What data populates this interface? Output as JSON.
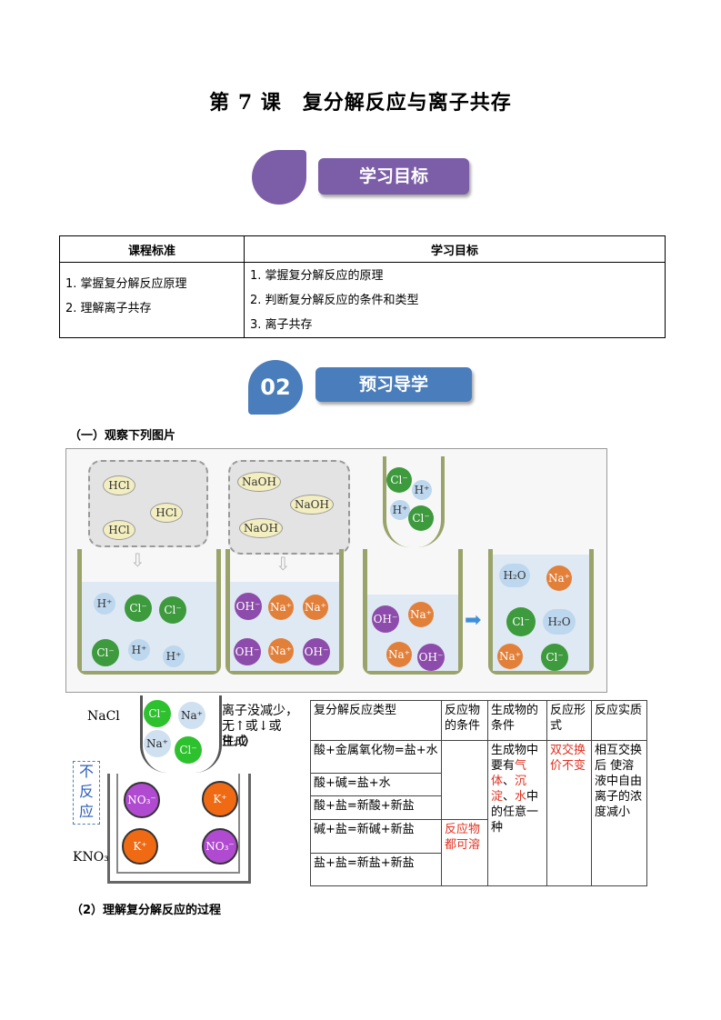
{
  "title": "第 7 课　复分解反应与离子共存",
  "badge1": {
    "label": "学习目标",
    "color_circle": "#7b5ea7",
    "color_label": "#7b5ea7"
  },
  "badge2": {
    "number": "02",
    "label": "预习导学",
    "color_circle": "#4a7dbb",
    "color_label": "#4a7dbb"
  },
  "goals_table": {
    "headers": [
      "课程标准",
      "学习目标"
    ],
    "left_items": [
      "1.  掌握复分解反应原理",
      "2.  理解离子共存"
    ],
    "right_items": [
      "1.  掌握复分解反应的原理",
      "2.  判断复分解反应的条件和类型",
      "3.  离子共存"
    ]
  },
  "section1": "（一）观察下列图片",
  "section2": "（2）理解复分解反应的过程",
  "figure1": {
    "hcl": "HCl",
    "naoh": "NaOH",
    "h2o": "H₂O",
    "h": "H⁺",
    "cl": "Cl⁻",
    "na": "Na⁺",
    "oh": "OH⁻"
  },
  "figure2": {
    "nacl": "NaCl",
    "kno3": "KNO₃",
    "no_reaction": "不\n反\n应",
    "note_line1": "离子没减少，",
    "note_line2": "无↑或↓或H₂O",
    "note_line3": "生成",
    "cl": "Cl⁻",
    "na": "Na⁺",
    "no3": "NO₃⁻",
    "k": "K⁺"
  },
  "reaction_table": {
    "headers": [
      "复分解反应类型",
      "反应物的条件",
      "生成物的条件",
      "反应形式",
      "反应实质"
    ],
    "types": [
      "酸+金属氧化物=盐+水",
      "酸+碱=盐+水",
      "酸+盐=新酸+新盐",
      "碱+盐=新碱+新盐",
      "盐+盐=新盐+新盐"
    ],
    "reactant_condition": "反应物都可溶",
    "product_condition_pre": "生成物中要有",
    "product_gas": "气体",
    "product_sep1": "、",
    "product_precip": "沉淀",
    "product_sep2": "、",
    "product_water": "水",
    "product_condition_post": "中的任意一种",
    "form": "双交换价不变",
    "essence": "相互交换后 使溶液中自由离子的浓度减小"
  }
}
